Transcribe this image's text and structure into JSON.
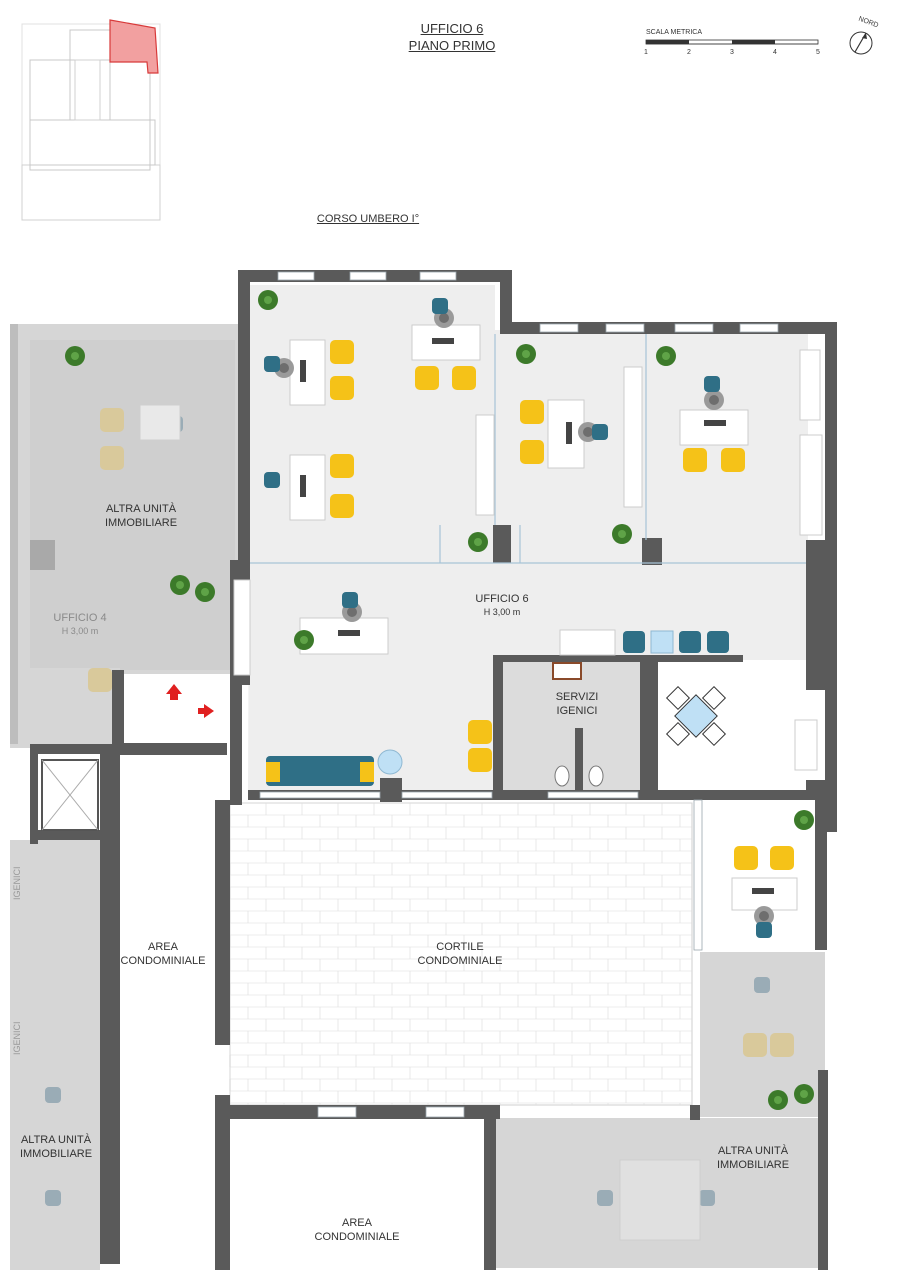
{
  "header": {
    "title_line1": "UFFICIO 6",
    "title_line2": "PIANO PRIMO",
    "street": "CORSO UMBERO I°"
  },
  "scale": {
    "title": "SCALA METRICA",
    "ticks": [
      "1",
      "2",
      "3",
      "4",
      "5"
    ]
  },
  "compass": {
    "label": "NORD"
  },
  "rooms": {
    "ufficio6_name": "UFFICIO 6",
    "ufficio6_height": "H 3,00 m",
    "servizi": "SERVIZI\nIGENICI",
    "cortile": "CORTILE\nCONDOMINIALE",
    "area_cond_1": "AREA\nCONDOMINIALE",
    "area_cond_2": "AREA\nCONDOMINIALE",
    "altra_1": "ALTRA UNITÀ\nIMMOBILIARE",
    "altra_2": "ALTRA UNITÀ\nIMMOBILIARE",
    "altra_3": "ALTRA UNITÀ\nIMMOBILIARE",
    "ufficio4_name": "UFFICIO 4",
    "ufficio4_height": "H 3,00 m",
    "igenici_1": "IGENICI",
    "igenici_2": "IGENICI"
  },
  "colors": {
    "wall": "#5a5a5a",
    "floor": "#eeeeee",
    "neighbor": "#d4d4d4",
    "chair_yellow": "#f5c218",
    "chair_teal": "#2f6f86",
    "plant": "#3c7a2a",
    "highlight": "#e86a6a",
    "arrow": "#e02020",
    "table_blue": "#bfe0f5"
  }
}
